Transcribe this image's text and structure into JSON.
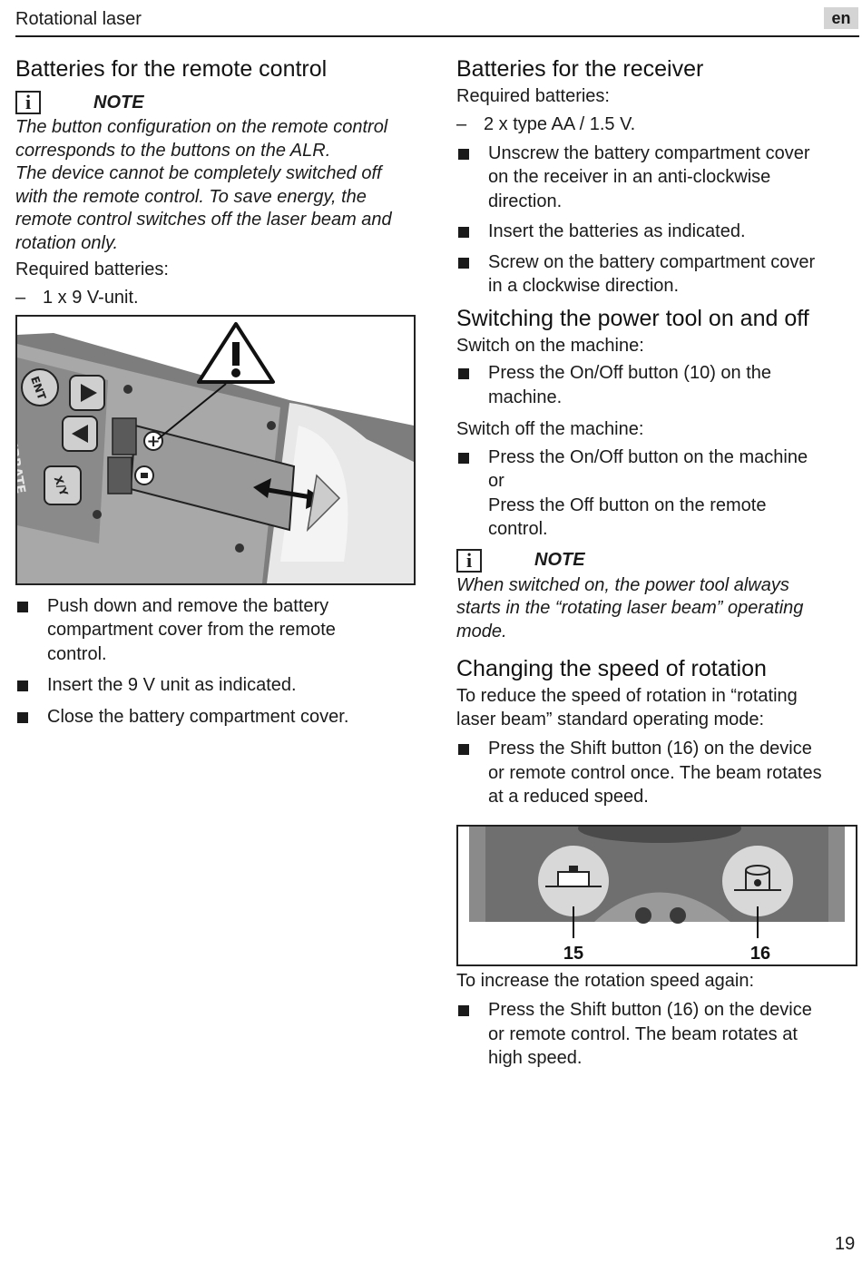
{
  "header": {
    "title": "Rotational laser",
    "lang": "en"
  },
  "left": {
    "heading": "Batteries for the remote control",
    "note_label": "NOTE",
    "note_lines": [
      "The button configuration on the remote control",
      "corresponds to the buttons on the ALR.",
      "The device cannot be completely switched off",
      "with the remote control. To save energy, the",
      "remote control switches off the laser beam and",
      "rotation only."
    ],
    "required": "Required batteries:",
    "dash": "1 x 9 V-unit.",
    "figure_labels": {
      "ent": "ENT",
      "calibrate": "CALIBRATE",
      "xy": "X/Y"
    },
    "bullets": [
      {
        "lines": [
          "Push down and remove the battery",
          "compartment cover from the remote",
          "control."
        ]
      },
      {
        "lines": [
          "Insert the 9 V unit as indicated."
        ]
      },
      {
        "lines": [
          "Close the battery compartment cover."
        ]
      }
    ]
  },
  "right": {
    "receiver": {
      "heading": "Batteries for the receiver",
      "required": "Required batteries:",
      "dash": "2 x type AA / 1.5 V.",
      "bullets": [
        {
          "lines": [
            "Unscrew the battery compartment cover",
            "on the receiver in an anti-clockwise",
            "direction."
          ]
        },
        {
          "lines": [
            "Insert the batteries as indicated."
          ]
        },
        {
          "lines": [
            "Screw on the battery compartment cover",
            "in a clockwise direction."
          ]
        }
      ]
    },
    "switching": {
      "heading": "Switching the power tool on and off",
      "on_intro": "Switch on the machine:",
      "on_bullet": [
        "Press the On/Off button (10) on the",
        "machine."
      ],
      "off_intro": "Switch off the machine:",
      "off_bullet": [
        "Press the On/Off button on the machine",
        "or",
        "Press the Off button on the remote",
        "control."
      ],
      "note_label": "NOTE",
      "note_lines": [
        "When switched on, the power tool always",
        "starts in the “rotating laser beam” operating",
        "mode."
      ]
    },
    "speed": {
      "heading": "Changing the speed of rotation",
      "intro": [
        "To reduce the speed of rotation in “rotating",
        "laser beam” standard operating mode:"
      ],
      "bullet1": [
        "Press the Shift button (16) on the device",
        "or remote control once. The beam rotates",
        "at a reduced speed."
      ],
      "fig_labels": [
        "15",
        "16"
      ],
      "increase_intro": "To increase the rotation speed again:",
      "bullet2": [
        "Press the Shift button (16) on the device",
        "or remote control. The beam rotates at",
        "high speed."
      ]
    }
  },
  "page_number": "19"
}
